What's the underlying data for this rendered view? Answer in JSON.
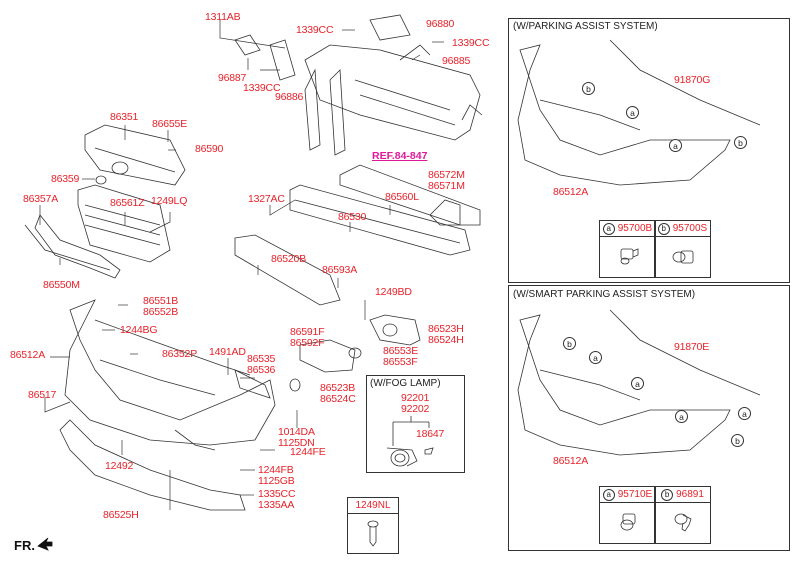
{
  "diagram": {
    "ref_label": "REF.84-847",
    "front_indicator": "FR.",
    "labels": {
      "p1311AB": "1311AB",
      "p1339CC_a": "1339CC",
      "p96880": "96880",
      "p1339CC_b": "1339CC",
      "p96885": "96885",
      "p96887": "96887",
      "p1339CC_c": "1339CC",
      "p96886": "96886",
      "p86351": "86351",
      "p86655E": "86655E",
      "p86590": "86590",
      "p86359": "86359",
      "p86357A": "86357A",
      "p86561Z": "86561Z",
      "p1249LQ": "1249LQ",
      "p86550M": "86550M",
      "p1327AC": "1327AC",
      "p86530": "86530",
      "p86560L": "86560L",
      "p86572M": "86572M",
      "p86571M": "86571M",
      "p86520B": "86520B",
      "p86593A": "86593A",
      "p1249BD": "1249BD",
      "p86551B": "86551B",
      "p86552B": "86552B",
      "p1244BG": "1244BG",
      "p86512A": "86512A",
      "p86352P": "86352P",
      "p86517": "86517",
      "p1491AD": "1491AD",
      "p86535": "86535",
      "p86536": "86536",
      "p86591F": "86591F",
      "p86592F": "86592F",
      "p86523H": "86523H",
      "p86524H": "86524H",
      "p86553E": "86553E",
      "p86553F": "86553F",
      "p86523B": "86523B",
      "p86524C": "86524C",
      "p1014DA": "1014DA",
      "p1125DN": "1125DN",
      "p1244FE": "1244FE",
      "p12492": "12492",
      "p1244FB": "1244FB",
      "p1125GB": "1125GB",
      "p1335CC": "1335CC",
      "p1335AA": "1335AA",
      "p86525H": "86525H"
    },
    "fog_lamp_box": {
      "title": "(W/FOG LAMP)",
      "part_a": "92201",
      "part_b": "92202",
      "part_c": "18647"
    },
    "screw_box": {
      "part": "1249NL"
    },
    "parking_assist": {
      "title": "(W/PARKING ASSIST SYSTEM)",
      "harness": "91870G",
      "bumper": "86512A",
      "sensor_a": {
        "key": "a",
        "part": "95700B"
      },
      "sensor_b": {
        "key": "b",
        "part": "95700S"
      },
      "callouts": [
        "b",
        "a",
        "a",
        "b"
      ]
    },
    "smart_parking_assist": {
      "title": "(W/SMART PARKING ASSIST SYSTEM)",
      "harness": "91870E",
      "bumper": "86512A",
      "sensor_a": {
        "key": "a",
        "part": "95710E"
      },
      "sensor_b": {
        "key": "b",
        "part": "96891"
      },
      "callouts": [
        "b",
        "a",
        "a",
        "a",
        "a",
        "b"
      ]
    }
  }
}
